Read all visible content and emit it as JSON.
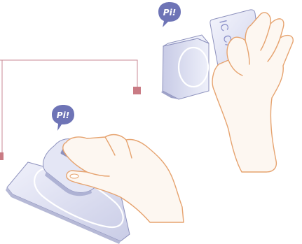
{
  "bubbles": [
    {
      "text": "Pi!"
    },
    {
      "text": "Pi!"
    }
  ],
  "card": {
    "label": "IC CARD"
  },
  "colors": {
    "connector": "#c98a94",
    "connector_node": "#c97b84",
    "bubble": "#6e74b6",
    "bubble_text": "#ffffff",
    "skin": "#fdf7f1",
    "skin_stroke": "#e6a36f",
    "device_face": "#dcdff2",
    "device_shadow": "#b6b9d6",
    "card_fill": "#e4e6f5",
    "card_text": "#8a8fc8"
  }
}
